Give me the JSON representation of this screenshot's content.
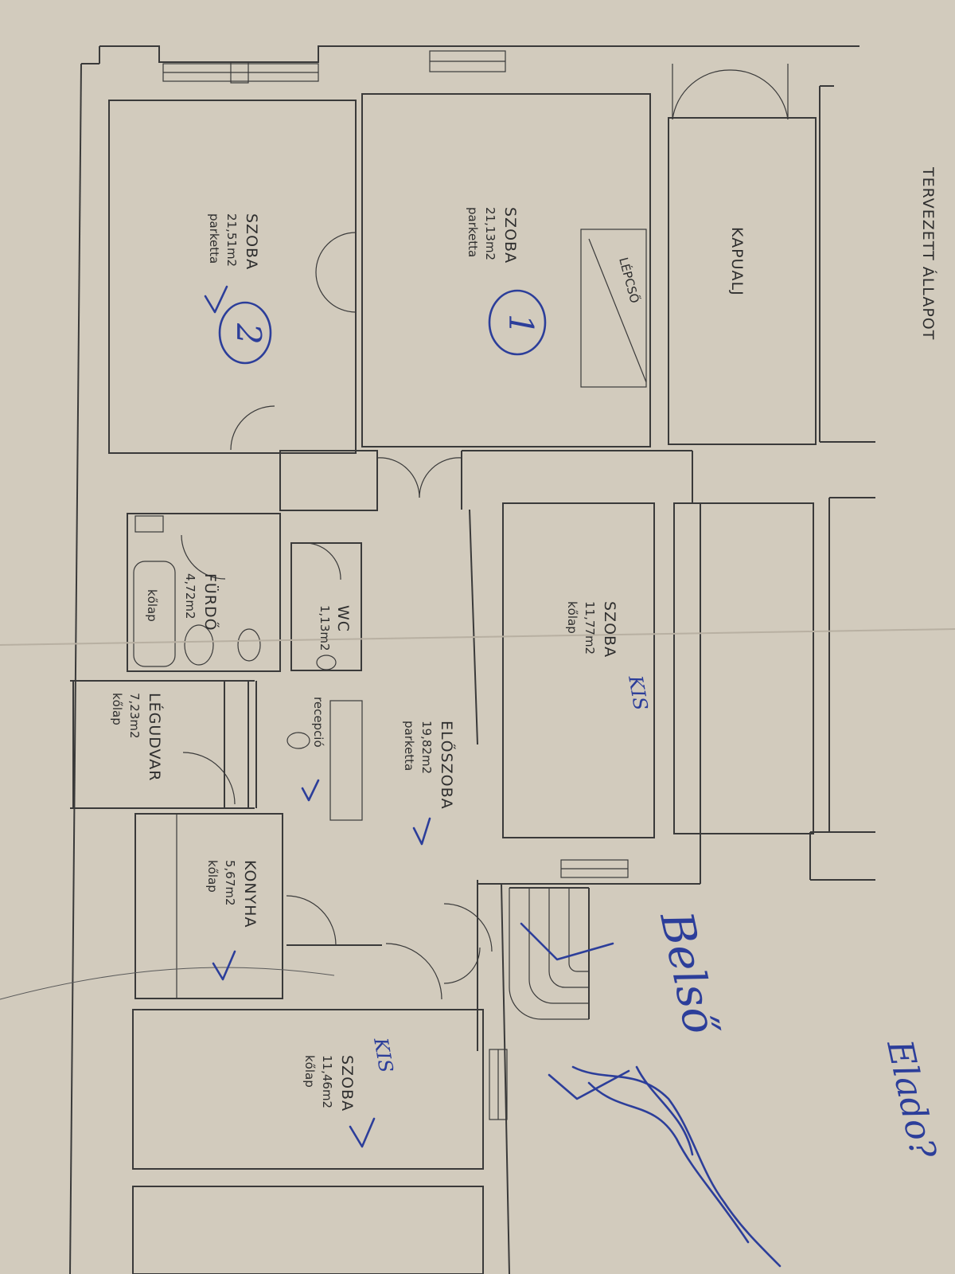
{
  "title": "TERVEZETT ÁLLAPOT",
  "rooms": {
    "szoba_1": {
      "name": "SZOBA",
      "area": "21,13m2",
      "floor": "parketta",
      "mark": "1"
    },
    "szoba_2": {
      "name": "SZOBA",
      "area": "21,51m2",
      "floor": "parketta",
      "mark": "2"
    },
    "lepcso": {
      "name": "LÉPCSŐ"
    },
    "kapualj": {
      "name": "KAPUALJ"
    },
    "szoba_kis_1": {
      "name": "SZOBA",
      "area": "11,77m2",
      "floor": "kőlap",
      "note": "KIS"
    },
    "furdo": {
      "name": "FÜRDŐ",
      "area": "4,72m2",
      "floor": "kőlap",
      "tub_label": "kőlap"
    },
    "wc": {
      "name": "WC",
      "area": "1,13m2"
    },
    "eloszoba": {
      "name": "ELŐSZOBA",
      "area": "19,82m2",
      "floor": "parketta"
    },
    "recepcio": {
      "name": "recepció"
    },
    "legudvar": {
      "name": "LÉGUDVAR",
      "area": "7,23m2",
      "floor": "kőlap"
    },
    "konyha": {
      "name": "KONYHA",
      "area": "5,67m2",
      "floor": "kőlap"
    },
    "szoba_kis_2": {
      "name": "SZOBA",
      "area": "11,46m2",
      "floor": "kőlap",
      "note": "KIS"
    }
  },
  "handwriting": {
    "line1": "Belső",
    "line2": "Elado?"
  },
  "colors": {
    "paper": "#d2cbbd",
    "ink": "#3a3a3a",
    "pen": "#2c3e9a"
  }
}
